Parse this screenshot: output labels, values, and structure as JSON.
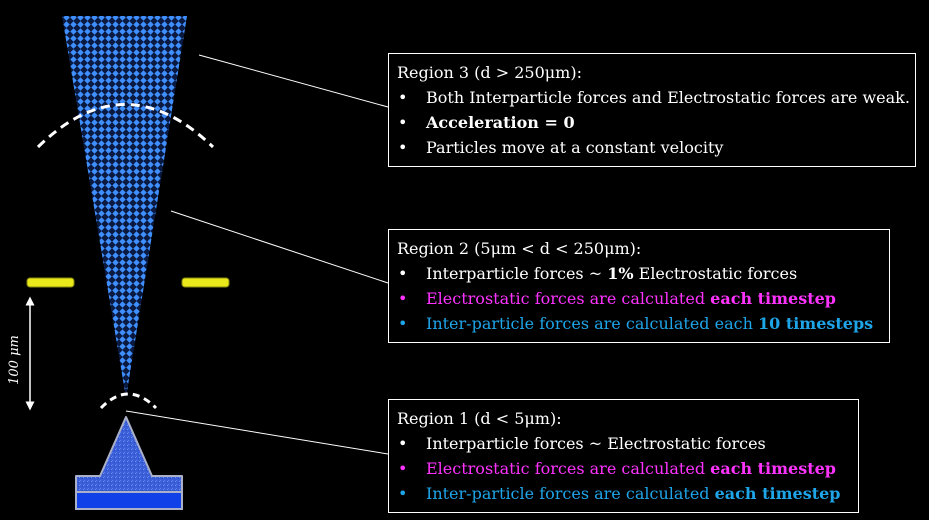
{
  "colors": {
    "background": "#000000",
    "white": "#ffffff",
    "magenta": "#ff33ff",
    "cyan": "#1ea5e8",
    "particle_blue": "#3f8fff",
    "electrode_yellow": "#e8e81a",
    "emitter_blue": "#3a5fd8",
    "emitter_base": "#1040e8"
  },
  "scale_label": "100 μm",
  "regions": [
    {
      "id": "region3",
      "title": "Region 3 (d > 250μm):",
      "bullets": [
        {
          "parts": [
            {
              "text": "Both Interparticle forces and Electrostatic forces are weak.",
              "bold": false,
              "color": "white"
            }
          ]
        },
        {
          "parts": [
            {
              "text": "Acceleration = 0",
              "bold": true,
              "color": "white"
            }
          ]
        },
        {
          "parts": [
            {
              "text": "Particles move at a constant velocity",
              "bold": false,
              "color": "white"
            }
          ]
        }
      ]
    },
    {
      "id": "region2",
      "title": "Region 2 (5μm < d < 250μm):",
      "bullets": [
        {
          "parts": [
            {
              "text": "Interparticle forces ~ ",
              "bold": false,
              "color": "white"
            },
            {
              "text": "1%",
              "bold": true,
              "color": "white"
            },
            {
              "text": " Electrostatic forces",
              "bold": false,
              "color": "white"
            }
          ]
        },
        {
          "parts": [
            {
              "text": "Electrostatic forces are calculated ",
              "bold": false,
              "color": "magenta"
            },
            {
              "text": "each timestep",
              "bold": true,
              "color": "magenta"
            }
          ]
        },
        {
          "parts": [
            {
              "text": "Inter-particle forces are calculated each ",
              "bold": false,
              "color": "cyan"
            },
            {
              "text": "10 timesteps",
              "bold": true,
              "color": "cyan"
            }
          ]
        }
      ]
    },
    {
      "id": "region1",
      "title": "Region 1 (d < 5μm):",
      "bullets": [
        {
          "parts": [
            {
              "text": "Interparticle forces ~ Electrostatic forces",
              "bold": false,
              "color": "white"
            }
          ]
        },
        {
          "parts": [
            {
              "text": "Electrostatic forces are calculated ",
              "bold": false,
              "color": "magenta"
            },
            {
              "text": "each timestep",
              "bold": true,
              "color": "magenta"
            }
          ]
        },
        {
          "parts": [
            {
              "text": "Inter-particle forces are calculated ",
              "bold": false,
              "color": "cyan"
            },
            {
              "text": "each timestep",
              "bold": true,
              "color": "cyan"
            }
          ]
        }
      ]
    }
  ]
}
